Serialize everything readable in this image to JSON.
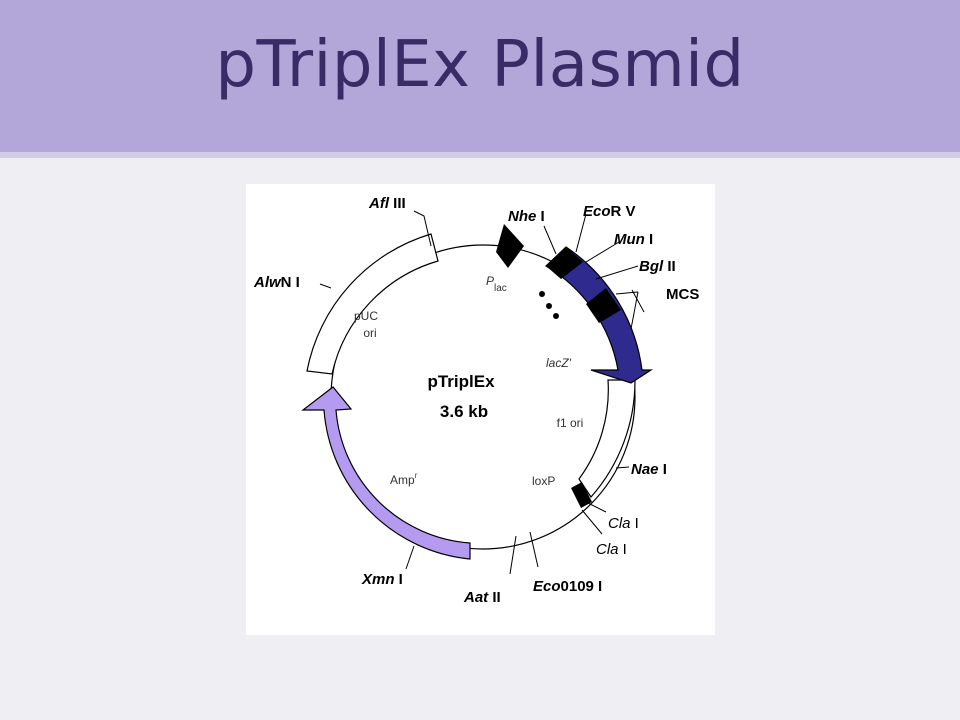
{
  "slide": {
    "title": "pTriplEx Plasmid",
    "colors": {
      "header": "#b3a6d9",
      "title_text": "#3a2b66",
      "lacz_segment": "#2e2a8e",
      "amp_arrow": "#b49bf0",
      "marker": "#000000"
    }
  },
  "plasmid": {
    "name": "pTriplEx",
    "size": "3.6 kb",
    "features": {
      "puc_ori": [
        "pUC",
        "ori"
      ],
      "f1_ori": "f1 ori",
      "amp": "Amp",
      "amp_superscript": "r",
      "lacz": "lacZ'",
      "plac_main": "P",
      "plac_sub": "lac",
      "loxp": "loxP",
      "mcs": "MCS"
    },
    "sites": {
      "afl3": {
        "italic": "Afl",
        "rest": " III"
      },
      "alwn1": {
        "italic": "Alw",
        "rest": "N I"
      },
      "nhe1": {
        "italic": "Nhe",
        "rest": " I"
      },
      "ecorv": {
        "italic": "Eco",
        "rest": "R V"
      },
      "mun1": {
        "italic": "Mun",
        "rest": " I"
      },
      "bgl2": {
        "italic": "Bgl",
        "rest": " II"
      },
      "nae1": {
        "italic": "Nae",
        "rest": " I"
      },
      "cla1a": {
        "italic": "Cla",
        "rest": " I"
      },
      "cla1b": {
        "italic": "Cla",
        "rest": " I"
      },
      "xmn1": {
        "italic": "Xmn",
        "rest": " I"
      },
      "aat2": {
        "italic": "Aat",
        "rest": " II"
      },
      "eco0109": {
        "italic": "Eco",
        "rest": "0109 I"
      }
    }
  }
}
